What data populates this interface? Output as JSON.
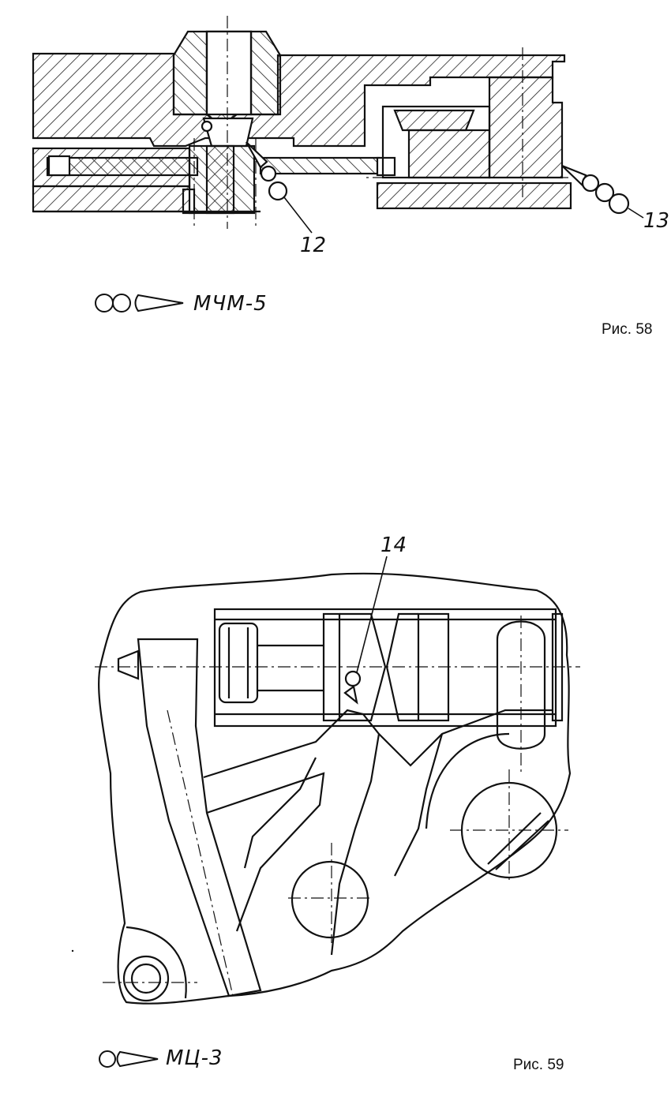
{
  "figure58": {
    "caption": "Рис. 58",
    "callouts": [
      "12",
      "13"
    ],
    "legend": {
      "label": "МЧМ-5",
      "symbol": "oiler-symbol-2circles-drop"
    }
  },
  "figure59": {
    "caption": "Рис. 59",
    "callouts": [
      "14"
    ],
    "legend": {
      "label": "МЦ-3",
      "symbol": "oiler-symbol-1circle-drop"
    }
  }
}
